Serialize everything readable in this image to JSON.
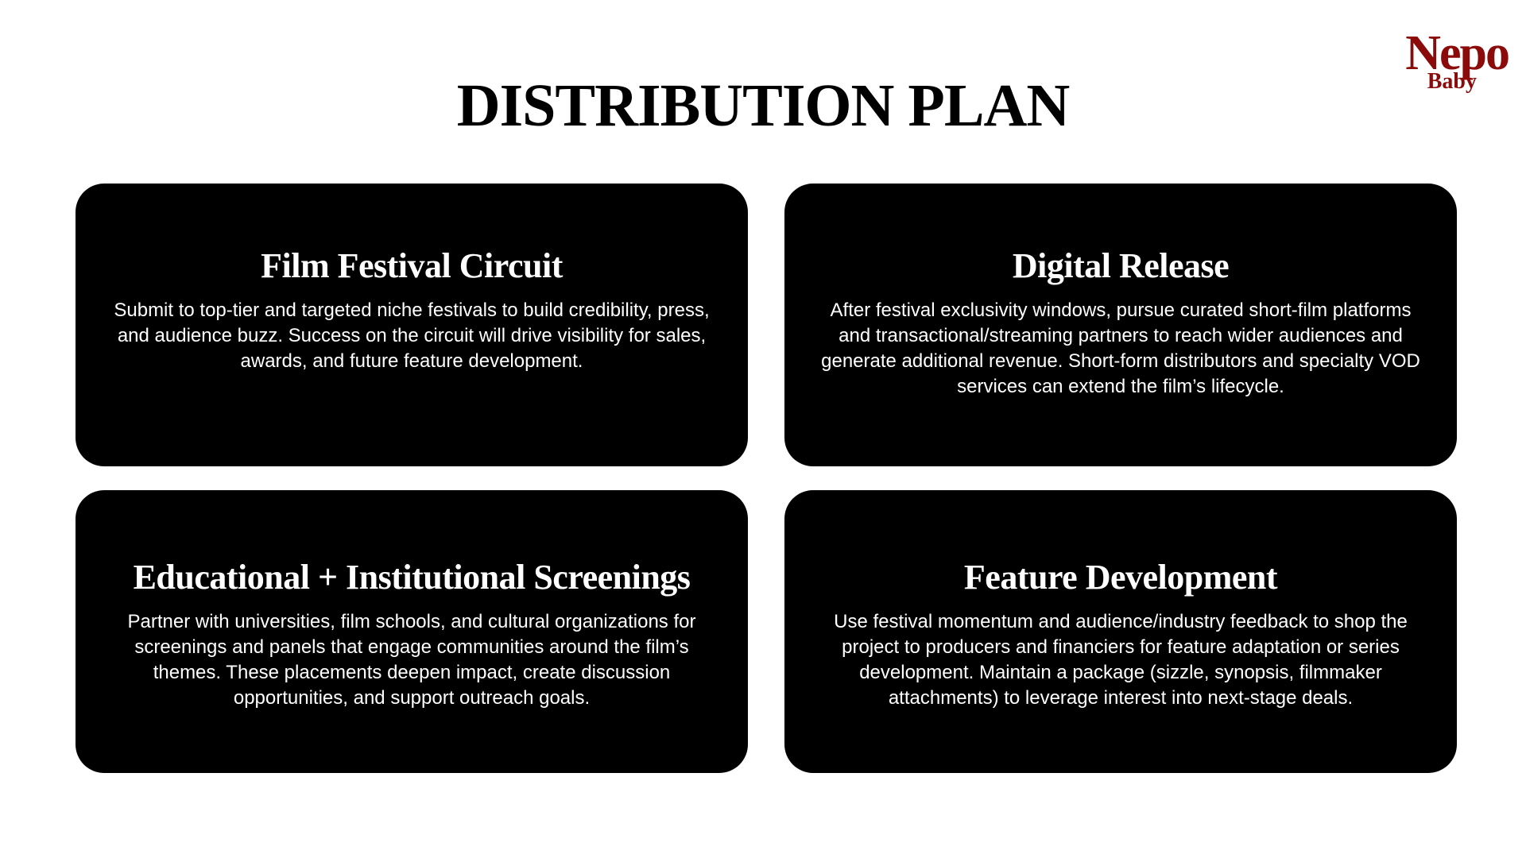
{
  "logo": {
    "main": "Nepo",
    "sub": "Baby",
    "color": "#8b0a0a"
  },
  "title": "DISTRIBUTION PLAN",
  "cards": [
    {
      "title": "Film Festival Circuit",
      "body": "Submit to top-tier and targeted niche festivals to build credibility, press, and audience buzz. Success on the circuit will drive visibility for sales, awards, and future feature development."
    },
    {
      "title": "Digital Release",
      "body": "After festival exclusivity windows, pursue curated short-film platforms and transactional/streaming partners to reach wider audiences and generate additional revenue. Short-form distributors and specialty VOD services can extend the film’s lifecycle."
    },
    {
      "title": "Educational + Institutional Screenings",
      "body": "Partner with universities, film schools, and cultural organizations for screenings and panels that engage communities around the film’s themes. These placements deepen impact, create discussion opportunities, and support outreach goals."
    },
    {
      "title": "Feature Development",
      "body": "Use festival momentum and audience/industry feedback to shop the project to producers and financiers for feature adaptation or series development. Maintain a package (sizzle, synopsis, filmmaker attachments) to leverage interest into next-stage deals."
    }
  ],
  "colors": {
    "card_background": "#000000",
    "card_text": "#ffffff",
    "page_background": "#ffffff"
  }
}
